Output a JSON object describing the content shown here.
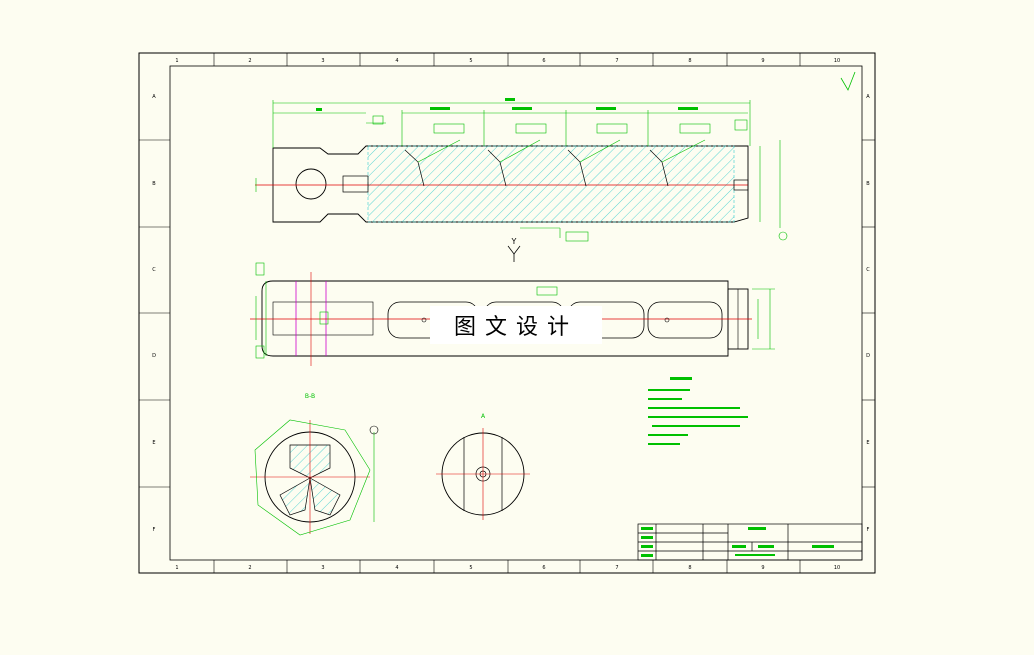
{
  "watermark": "图文设计",
  "border_column_markers": [
    "1",
    "2",
    "3",
    "4",
    "5",
    "6",
    "7",
    "8",
    "9",
    "10"
  ],
  "border_row_markers": [
    "A",
    "B",
    "C",
    "D",
    "E",
    "F"
  ],
  "view_labels": {
    "top_view_arrow": "Y",
    "section_view": "B-B",
    "end_view": "A"
  },
  "colors": {
    "background": "#fdfdf1",
    "outline": "#000000",
    "dimension": "#00c000",
    "hatch": "#33cccc",
    "centerline": "#e00000",
    "hidden": "#cc00cc"
  }
}
